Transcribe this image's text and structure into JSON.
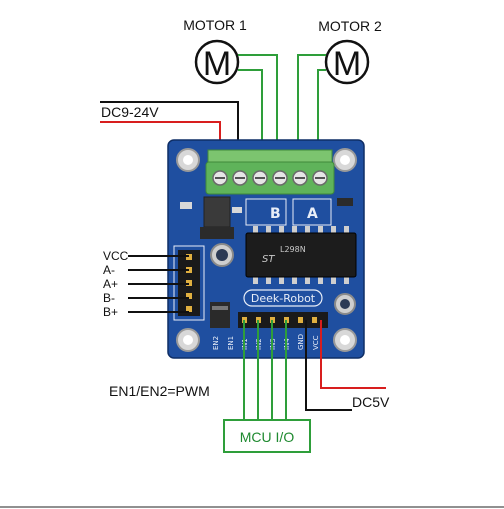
{
  "motors": [
    {
      "label": "MOTOR 1",
      "symbol": "M"
    },
    {
      "label": "MOTOR 2",
      "symbol": "M"
    }
  ],
  "power_in": {
    "label": "DC9-24V"
  },
  "logic_power": {
    "label": "DC5V"
  },
  "left_pins": [
    "VCC",
    "A-",
    "A+",
    "B-",
    "B+"
  ],
  "pwm_note": "EN1/EN2=PWM",
  "mcu_box": {
    "label": "MCU  I/O"
  },
  "board": {
    "brand": "Deek-Robot",
    "channel_a": "A",
    "channel_b": "B",
    "chip_line1": "L298N",
    "chip_line2": "ST",
    "bottom_pins": [
      "EN2",
      "EN1",
      "IN1",
      "IN2",
      "IN3",
      "IN4",
      "GND",
      "VCC"
    ]
  },
  "colors": {
    "board": "#1f4fa0",
    "terminal": "#5fb35a",
    "wire_green": "#2e9e3a",
    "wire_red": "#d81e1e",
    "wire_black": "#111111"
  }
}
